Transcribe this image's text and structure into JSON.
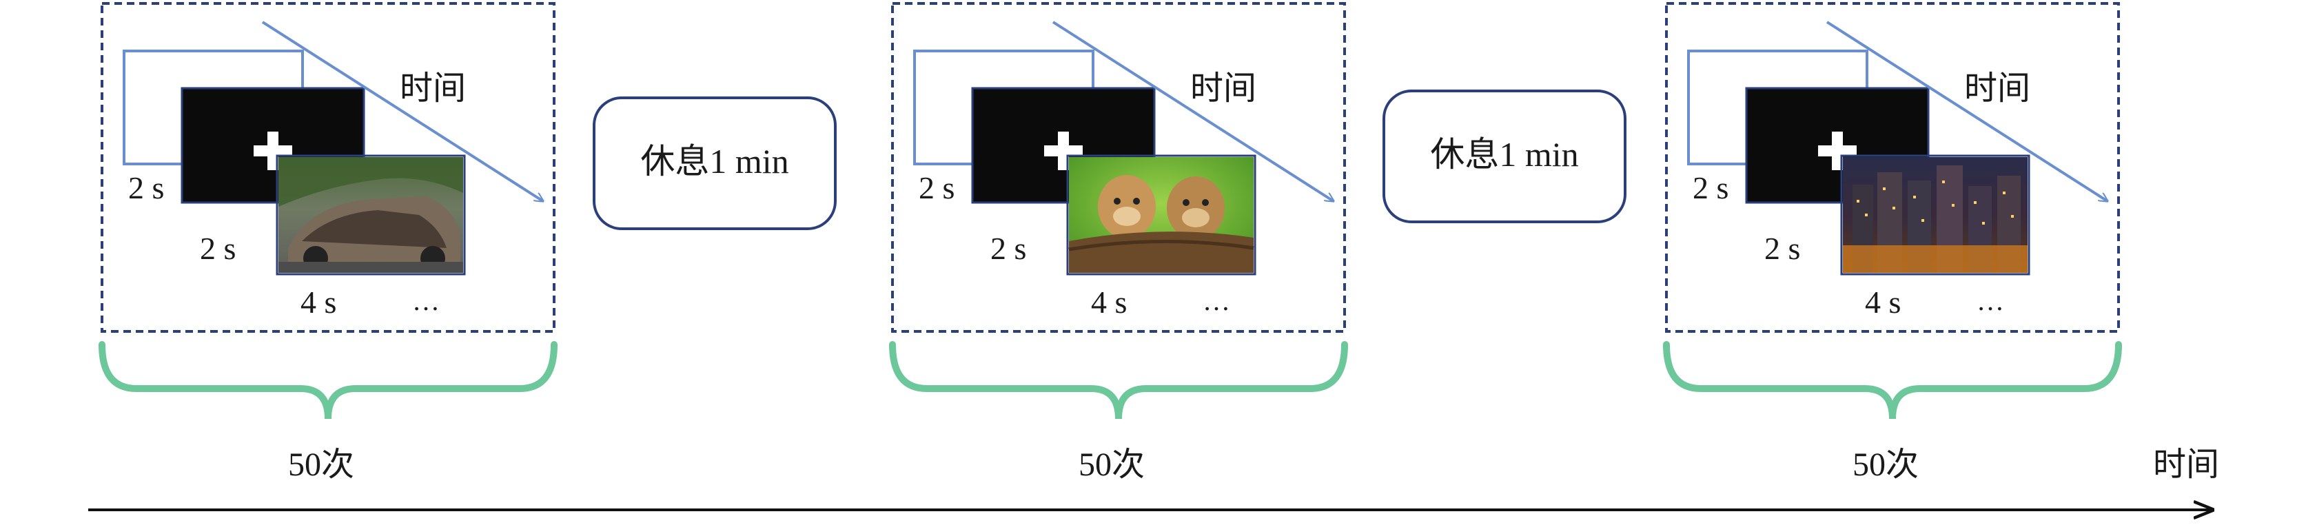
{
  "colors": {
    "dashed_box": "#2b3f7a",
    "arrow_blue": "#6a8fd0",
    "rest_border": "#2b3f7a",
    "bracket_green": "#6cc79a",
    "timeline": "#111111"
  },
  "blocks": [
    {
      "time_label": "时间",
      "fixation_symbol": "+",
      "duration_1": "2 s",
      "duration_2": "2 s",
      "duration_3": "4 s",
      "ellipsis": "…",
      "image_name": "car-crash-photo",
      "count_label": "50次"
    },
    {
      "time_label": "时间",
      "fixation_symbol": "+",
      "duration_1": "2 s",
      "duration_2": "2 s",
      "duration_3": "4 s",
      "ellipsis": "…",
      "image_name": "puppies-photo",
      "count_label": "50次"
    },
    {
      "time_label": "时间",
      "fixation_symbol": "+",
      "duration_1": "2 s",
      "duration_2": "2 s",
      "duration_3": "4 s",
      "ellipsis": "…",
      "image_name": "night-city-photo",
      "count_label": "50次"
    }
  ],
  "rests": [
    {
      "label": "休息1 min"
    },
    {
      "label": "休息1 min"
    }
  ],
  "timeline": {
    "label": "时间"
  }
}
